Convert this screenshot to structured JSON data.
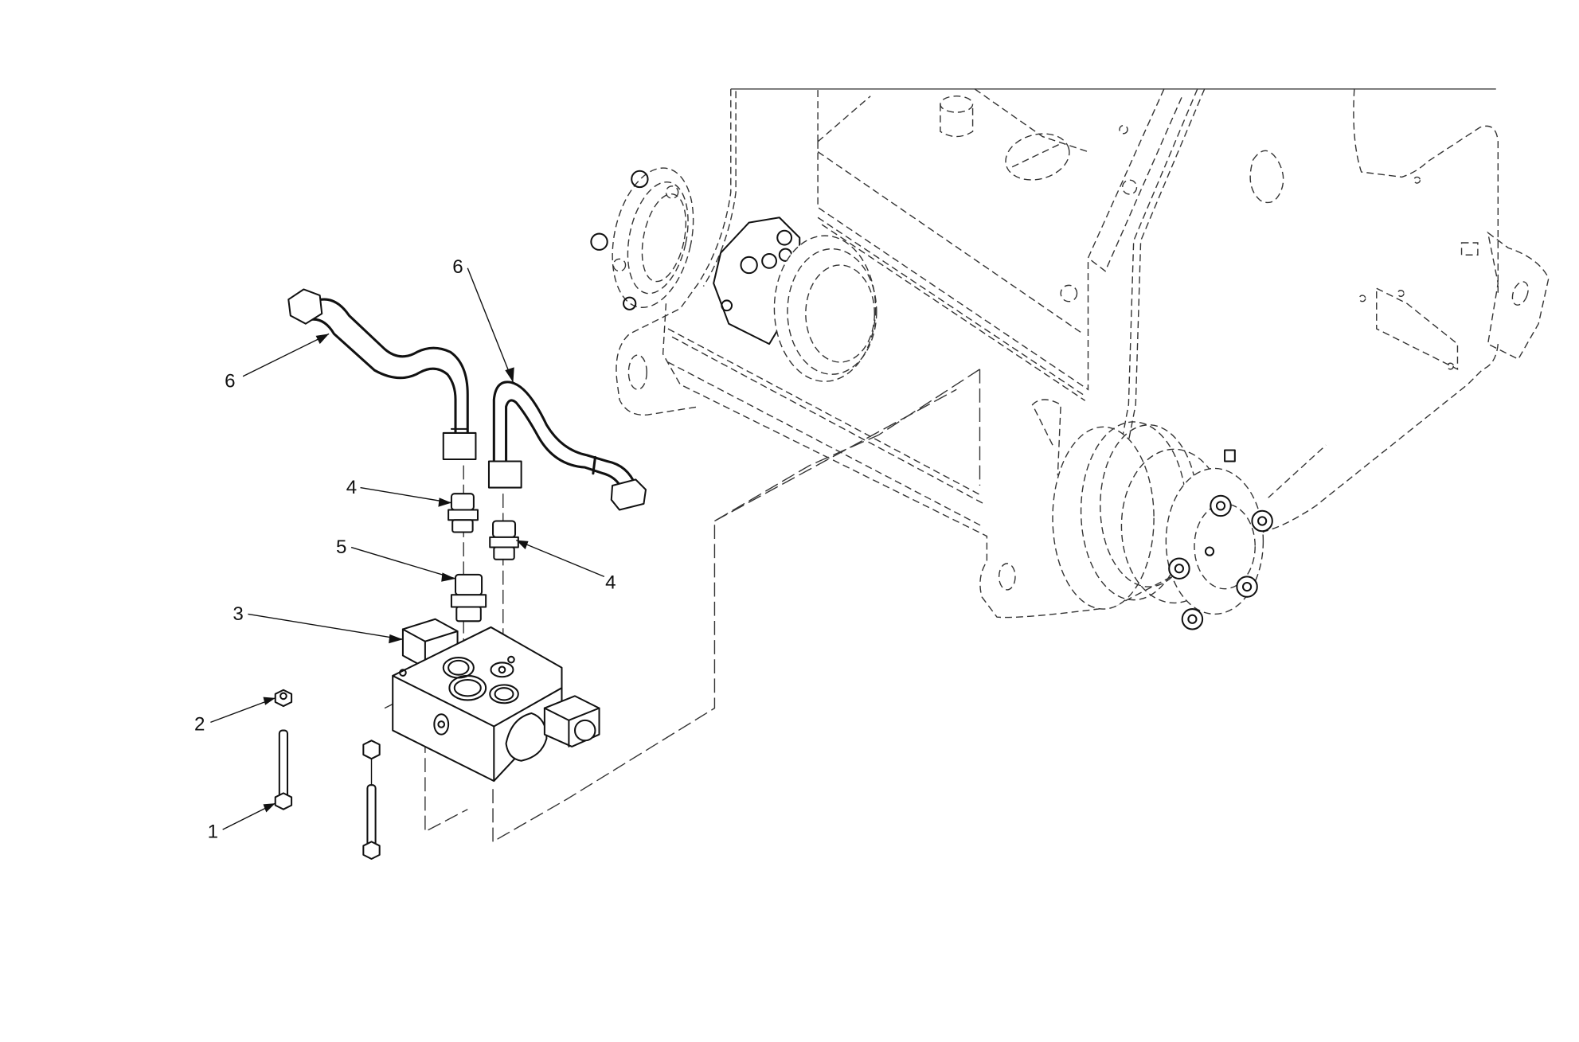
{
  "diagram": {
    "type": "exploded parts view",
    "line_color": "#111111",
    "hidden_line_color": "#333333",
    "background": "#ffffff"
  },
  "callouts": [
    {
      "id": "c1",
      "label": "1",
      "part": "bolt"
    },
    {
      "id": "c2",
      "label": "2",
      "part": "nut"
    },
    {
      "id": "c3",
      "label": "3",
      "part": "valve-block-with-solenoid"
    },
    {
      "id": "c4a",
      "label": "4",
      "part": "adapter-fitting"
    },
    {
      "id": "c4b",
      "label": "4",
      "part": "adapter-fitting"
    },
    {
      "id": "c5",
      "label": "5",
      "part": "adapter-fitting"
    },
    {
      "id": "c6a",
      "label": "6",
      "part": "hydraulic-hose"
    },
    {
      "id": "c6b",
      "label": "6",
      "part": "hydraulic-hose"
    }
  ]
}
